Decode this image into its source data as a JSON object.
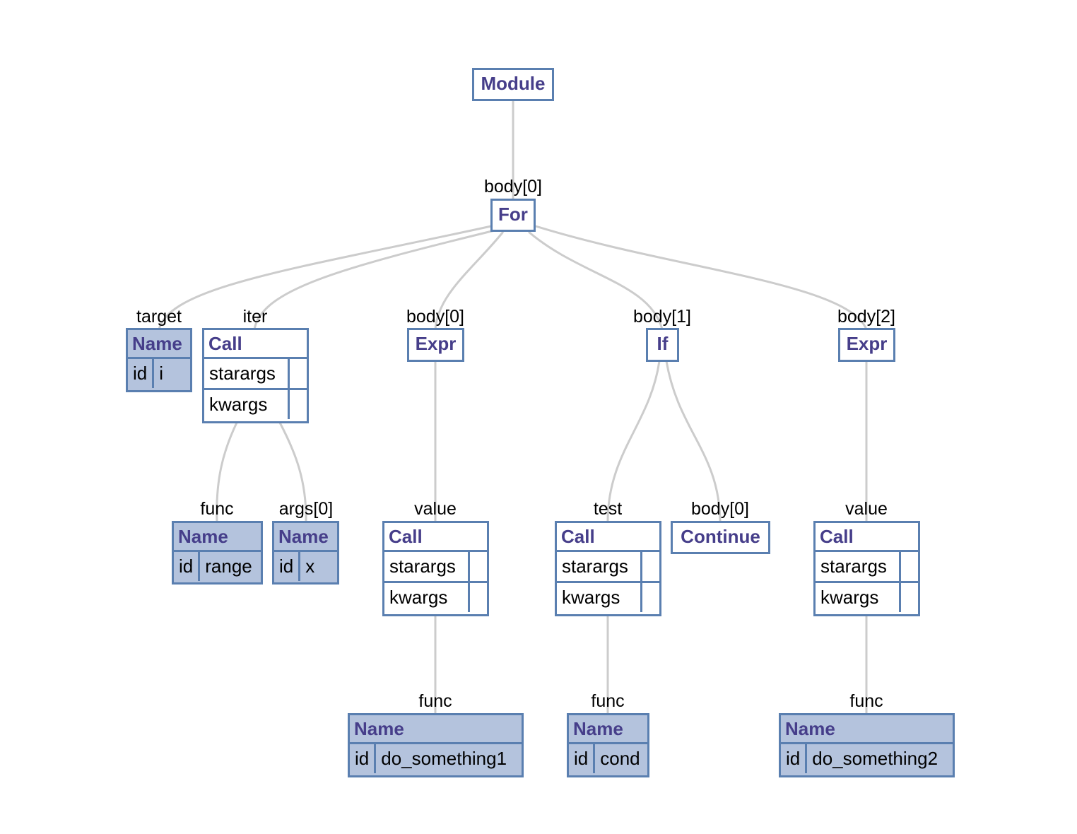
{
  "nodes": {
    "module": {
      "type": "Module"
    },
    "for": {
      "label": "body[0]",
      "type": "For"
    },
    "target": {
      "label": "target",
      "type": "Name",
      "key": "id",
      "value": "i"
    },
    "iter": {
      "label": "iter",
      "type": "Call",
      "rows": [
        "starargs",
        "kwargs"
      ]
    },
    "func_range": {
      "label": "func",
      "type": "Name",
      "key": "id",
      "value": "range"
    },
    "args_x": {
      "label": "args[0]",
      "type": "Name",
      "key": "id",
      "value": "x"
    },
    "expr1": {
      "label": "body[0]",
      "type": "Expr"
    },
    "call1": {
      "label": "value",
      "type": "Call",
      "rows": [
        "starargs",
        "kwargs"
      ]
    },
    "name_ds1": {
      "label": "func",
      "type": "Name",
      "key": "id",
      "value": "do_something1"
    },
    "if": {
      "label": "body[1]",
      "type": "If"
    },
    "call_test": {
      "label": "test",
      "type": "Call",
      "rows": [
        "starargs",
        "kwargs"
      ]
    },
    "name_cond": {
      "label": "func",
      "type": "Name",
      "key": "id",
      "value": "cond"
    },
    "continue": {
      "label": "body[0]",
      "type": "Continue"
    },
    "expr2": {
      "label": "body[2]",
      "type": "Expr"
    },
    "call2": {
      "label": "value",
      "type": "Call",
      "rows": [
        "starargs",
        "kwargs"
      ]
    },
    "name_ds2": {
      "label": "func",
      "type": "Name",
      "key": "id",
      "value": "do_something2"
    }
  },
  "colors": {
    "border": "#5a7fb0",
    "name_fill": "#b4c3dd",
    "header_text": "#463e8a",
    "edge": "#cccccc"
  }
}
